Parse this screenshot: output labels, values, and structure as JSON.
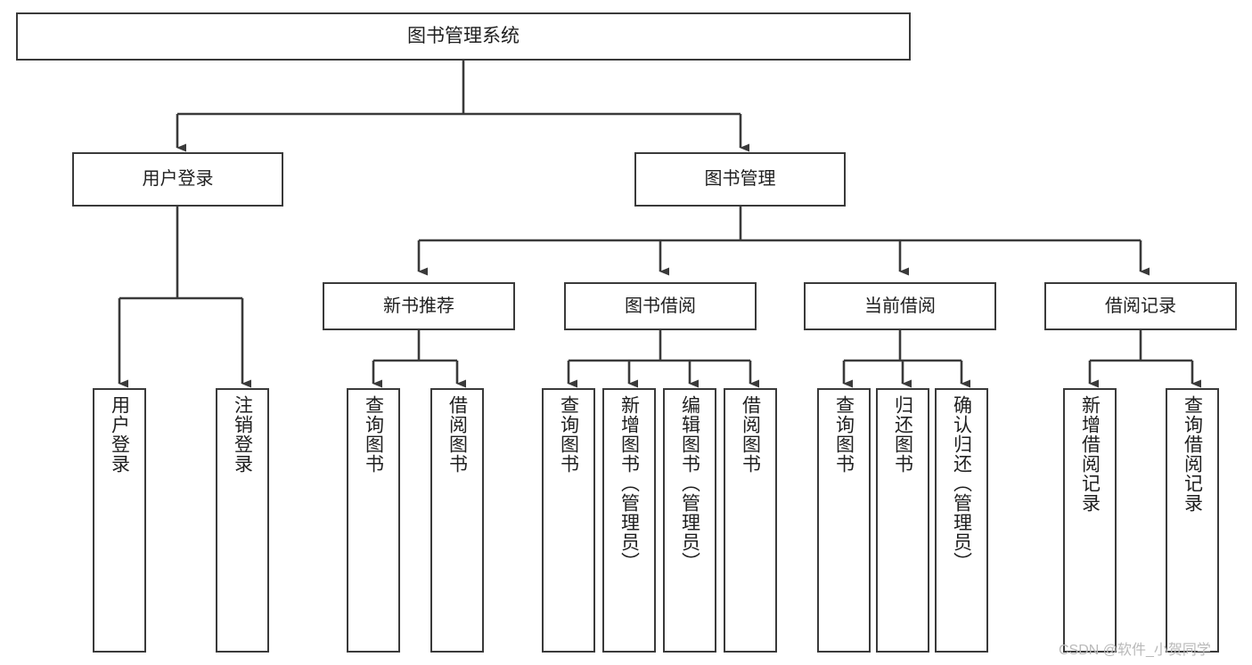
{
  "diagram": {
    "title": "图书管理系统",
    "watermark": "CSDN @软件_小贺同学",
    "stroke_color": "#3a3a3a",
    "background_color": "#ffffff",
    "text_color": "#1f1f1f",
    "watermark_color": "#b9b9b9",
    "levels": {
      "root": {
        "label": "图书管理系统"
      },
      "level2": [
        {
          "id": "user-login",
          "label": "用户登录"
        },
        {
          "id": "book-management",
          "label": "图书管理"
        }
      ],
      "level3": [
        {
          "id": "new-book-recommend",
          "label": "新书推荐",
          "parent": "book-management"
        },
        {
          "id": "book-borrow",
          "label": "图书借阅",
          "parent": "book-management"
        },
        {
          "id": "current-borrow",
          "label": "当前借阅",
          "parent": "book-management"
        },
        {
          "id": "borrow-record",
          "label": "借阅记录",
          "parent": "book-management"
        }
      ],
      "leaves": [
        {
          "id": "leaf-user-login",
          "label": "用户登录",
          "parent": "user-login"
        },
        {
          "id": "leaf-logout-login",
          "label": "注销登录",
          "parent": "user-login"
        },
        {
          "id": "leaf-query-book-1",
          "label": "查询图书",
          "parent": "new-book-recommend"
        },
        {
          "id": "leaf-borrow-book-1",
          "label": "借阅图书",
          "parent": "new-book-recommend"
        },
        {
          "id": "leaf-query-book-2",
          "label": "查询图书",
          "parent": "book-borrow"
        },
        {
          "id": "leaf-add-book",
          "label": "新增图书（管理员）",
          "parent": "book-borrow"
        },
        {
          "id": "leaf-edit-book",
          "label": "编辑图书（管理员）",
          "parent": "book-borrow"
        },
        {
          "id": "leaf-borrow-book-2",
          "label": "借阅图书",
          "parent": "book-borrow"
        },
        {
          "id": "leaf-query-book-3",
          "label": "查询图书",
          "parent": "current-borrow"
        },
        {
          "id": "leaf-return-book",
          "label": "归还图书",
          "parent": "current-borrow"
        },
        {
          "id": "leaf-confirm-return",
          "label": "确认归还（管理员）",
          "parent": "current-borrow"
        },
        {
          "id": "leaf-add-record",
          "label": "新增借阅记录",
          "parent": "borrow-record"
        },
        {
          "id": "leaf-query-record",
          "label": "查询借阅记录",
          "parent": "borrow-record"
        }
      ]
    }
  }
}
